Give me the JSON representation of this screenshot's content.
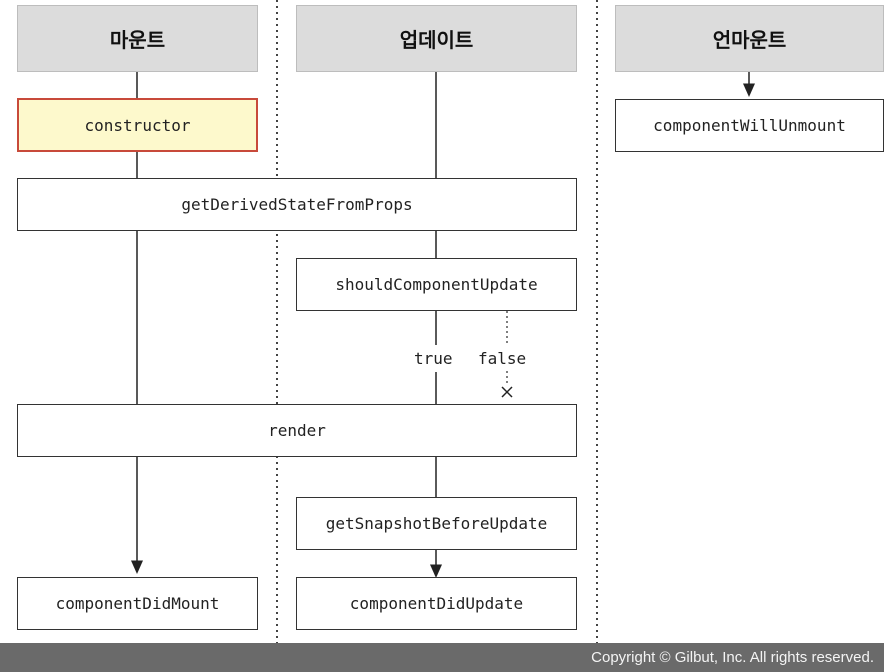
{
  "columns": {
    "mount": "마운트",
    "update": "업데이트",
    "unmount": "언마운트"
  },
  "methods": {
    "constructor": "constructor",
    "getDerivedStateFromProps": "getDerivedStateFromProps",
    "shouldComponentUpdate": "shouldComponentUpdate",
    "render": "render",
    "getSnapshotBeforeUpdate": "getSnapshotBeforeUpdate",
    "componentDidMount": "componentDidMount",
    "componentDidUpdate": "componentDidUpdate",
    "componentWillUnmount": "componentWillUnmount"
  },
  "branches": {
    "true_label": "true",
    "false_label": "false"
  },
  "footer": {
    "copyright": "Copyright © Gilbut, Inc. All rights reserved."
  }
}
